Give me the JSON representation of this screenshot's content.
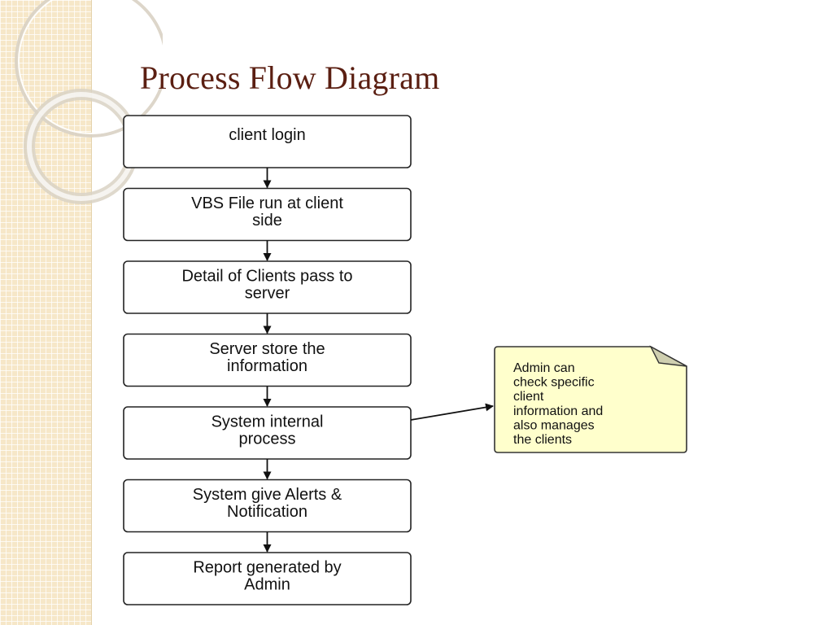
{
  "slide": {
    "title": "Process Flow Diagram"
  },
  "flow": {
    "steps": [
      {
        "lines": [
          "client login"
        ]
      },
      {
        "lines": [
          "VBS File run at client",
          "side"
        ]
      },
      {
        "lines": [
          "Detail of Clients pass to",
          "server"
        ]
      },
      {
        "lines": [
          "Server store the",
          "information"
        ]
      },
      {
        "lines": [
          "System internal",
          "process"
        ]
      },
      {
        "lines": [
          "System give Alerts &",
          "Notification"
        ]
      },
      {
        "lines": [
          "Report generated by",
          "Admin"
        ]
      }
    ],
    "note": {
      "lines": [
        "Admin can",
        "check specific",
        "client",
        "information and",
        "also manages",
        "the clients"
      ]
    }
  },
  "colors": {
    "title": "#5b1f12",
    "note_fill": "#ffffcc",
    "deco_ring": "#ffffff"
  }
}
